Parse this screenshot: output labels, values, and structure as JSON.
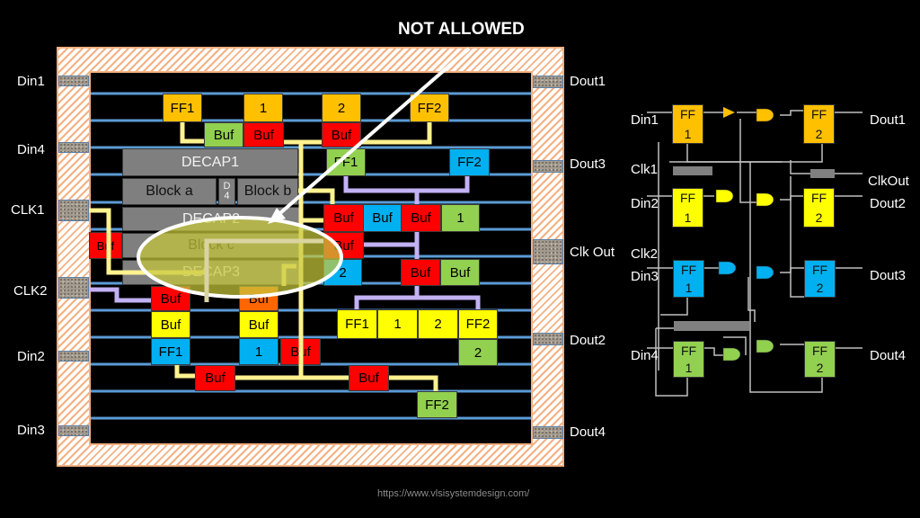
{
  "title": "NOT ALLOWED",
  "url": "https://www.vlsisystemdesign.com/",
  "colors": {
    "boundary": "#f4b183",
    "row_line": "#5b9bd5",
    "wire_yellow": "#fff28f",
    "wire_purple": "#c3b1f5",
    "ellipse_fill": "#c8c83c",
    "cell_orange": "#ffc000",
    "cell_red": "#ff0000",
    "cell_green": "#92d050",
    "cell_blue": "#00b0f0",
    "cell_yellow": "#ffff00",
    "cell_gray": "#7f7f7f"
  },
  "left_pins": [
    "Din1",
    "Din4",
    "CLK1",
    "CLK2",
    "Din2",
    "Din3"
  ],
  "right_pins": [
    "Dout1",
    "Dout3",
    "Clk Out",
    "Dout2",
    "Dout4"
  ],
  "macros": {
    "decap1": "DECAP1",
    "block_a": "Block a",
    "d4": "D\n4",
    "block_b": "Block b",
    "decap2": "DECAP2",
    "block_c": "Block c",
    "decap3": "DECAP3"
  },
  "cells": {
    "row1": [
      "FF1",
      "1",
      "2",
      "FF2"
    ],
    "row2": [
      "Buf",
      "Buf",
      "Buf"
    ],
    "row3": [
      "FF1",
      "FF2"
    ],
    "row5": [
      "Buf",
      "Buf",
      "Buf",
      "1"
    ],
    "left_buf": "Buf",
    "mid": [
      "Buf",
      "2"
    ],
    "row7": [
      "Buf",
      "Buf"
    ],
    "row8": [
      "Buf",
      "Buf"
    ],
    "row9": [
      "Buf",
      "Buf",
      "FF1",
      "1",
      "2",
      "FF2"
    ],
    "row10": [
      "FF1",
      "1",
      "Buf",
      "2"
    ],
    "row11": [
      "Buf",
      "Buf"
    ],
    "row12": [
      "FF2"
    ]
  },
  "schematic": {
    "inputs": [
      "Din1",
      "Clk1",
      "Din2",
      "Clk2",
      "Din3",
      "Din4"
    ],
    "outputs": [
      "Dout1",
      "ClkOut",
      "Dout2",
      "Dout3",
      "Dout4"
    ],
    "ff_top": "FF",
    "ff1": "1",
    "ff2": "2"
  }
}
